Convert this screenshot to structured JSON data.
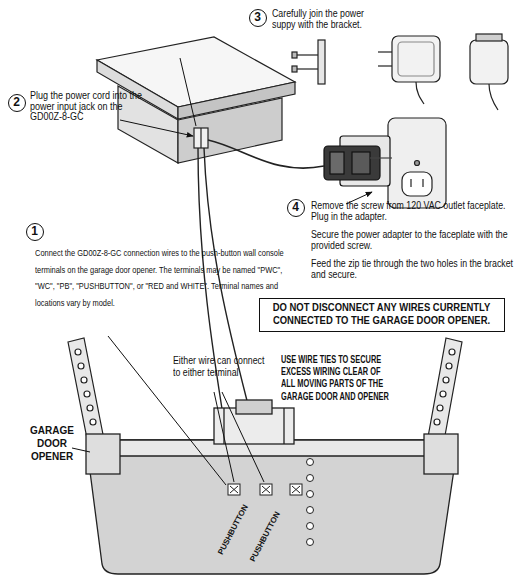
{
  "diagram": {
    "nodes": [
      {
        "text": [
          "3"
        ]
      },
      {
        "text": [
          "2"
        ]
      },
      {
        "text": [
          "4"
        ]
      },
      {
        "text": [
          "1"
        ]
      },
      {
        "text": [
          "DO NOT DISCONNECT ANY WIRES CURRENTLY CONNECTED TO THE GARAGE DOOR OPENER."
        ]
      }
    ],
    "edges": [],
    "labels": [
      "Carefully join the power suppy with the bracket.",
      "Plug the power cord into the power input jack on the GD00Z-8-GC",
      "Remove the screw from 120 VAC outlet faceplate. Plug in the adapter.",
      "Secure the power adapter to the faceplate with the provided screw.",
      "Feed the zip tie through the two holes in the bracket and secure.",
      "Connect the GD00Z-8-GC connection wires to the push-button wall console terminals on the garage door opener. The terminals may be named \"PWC\", \"WC\", \"PB\", \"PUSHBUTTON\", or \"RED and WHITE\". Terminal names and locations vary by model.",
      "Either wire can connect to either terminal",
      "USE WIRE TIES TO SECURE EXCESS WIRING CLEAR OF ALL MOVING PARTS OF THE GARAGE DOOR AND OPENER",
      "GARAGE DOOR OPENER",
      "PUSHBUTTON",
      "PUSHBUTTON"
    ]
  }
}
